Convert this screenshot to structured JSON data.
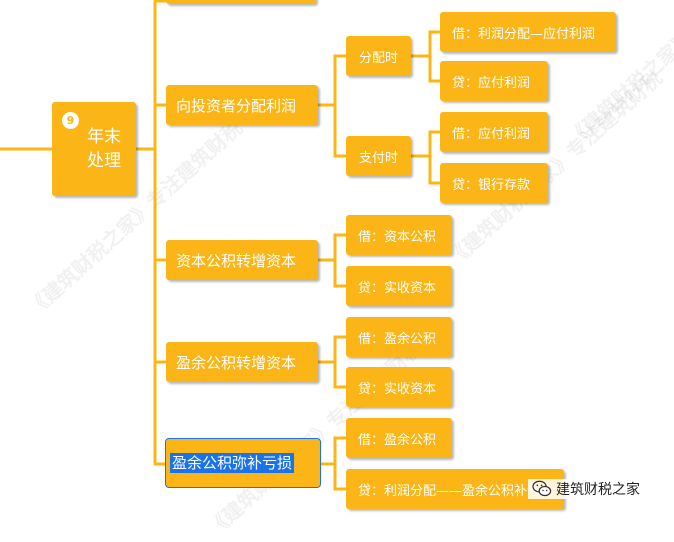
{
  "root": {
    "index": "9",
    "label": "年末\n处理"
  },
  "branches": [
    {
      "label": "向投资者分配利润",
      "children": [
        {
          "label": "分配时",
          "leaves": [
            "借：利润分配—应付利润",
            "贷：应付利润"
          ]
        },
        {
          "label": "支付时",
          "leaves": [
            "借：应付利润",
            "贷：银行存款"
          ]
        }
      ]
    },
    {
      "label": "资本公积转增资本",
      "leaves": [
        "借：资本公积",
        "贷：实收资本"
      ]
    },
    {
      "label": "盈余公积转增资本",
      "leaves": [
        "借：盈余公积",
        "贷：实收资本"
      ]
    },
    {
      "label": "盈余公积弥补亏损",
      "leaves": [
        "借：盈余公积",
        "贷：利润分配——盈余公积补亏"
      ]
    }
  ],
  "watermark": "《建筑财税之家》专注建筑财税",
  "brand": {
    "icon": "wechat-icon",
    "name": "建筑财税之家"
  },
  "colors": {
    "node": "#fcb517",
    "line": "#fcb517",
    "selection": "#1a73e8"
  }
}
